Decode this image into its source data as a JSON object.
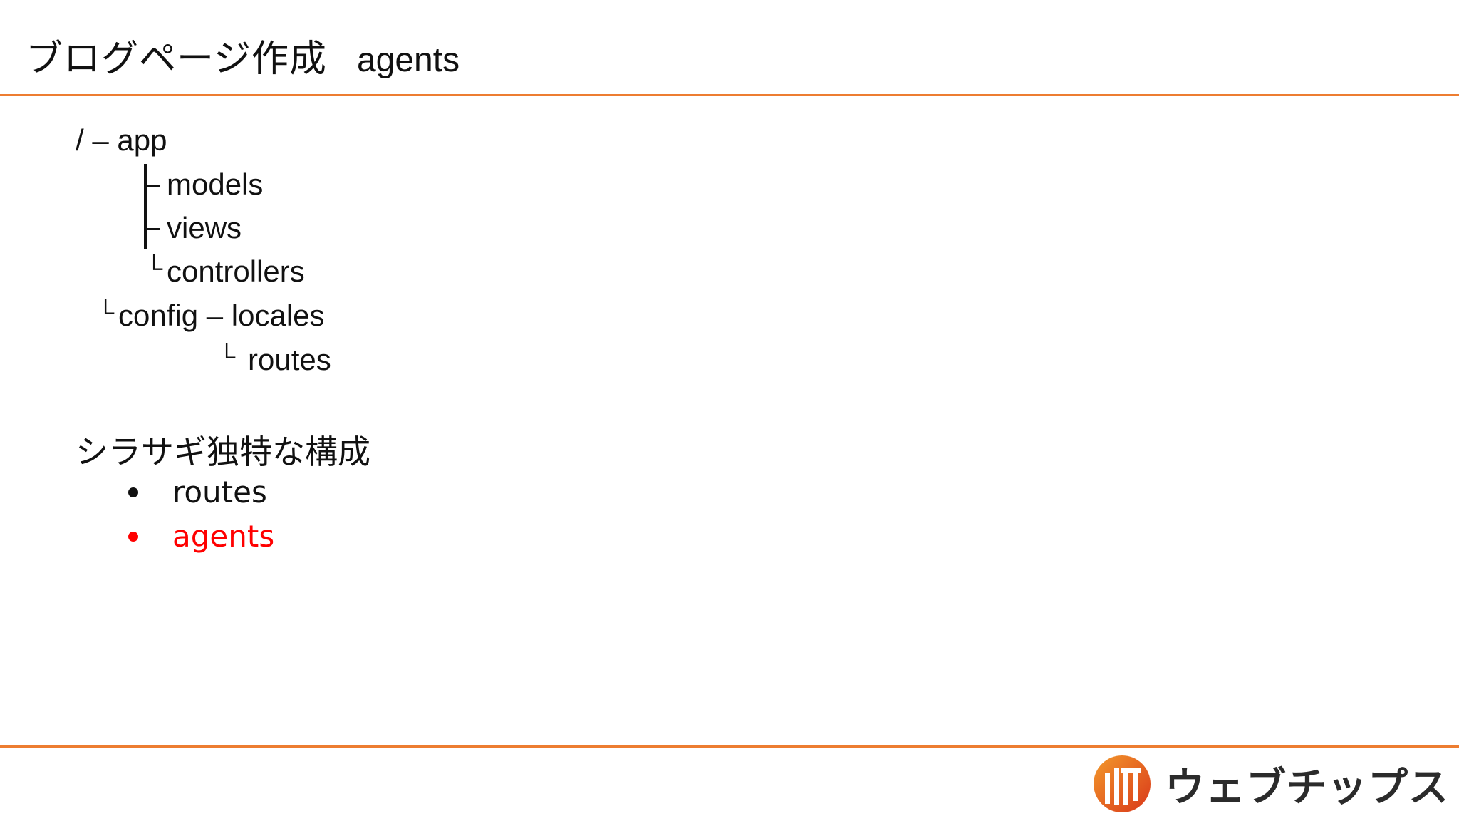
{
  "slide": {
    "title_jp": "ブログページ作成",
    "title_en": "agents",
    "accent_color": "#ED7D31"
  },
  "tree": {
    "root": "/ – app",
    "app_children": [
      "models",
      "views",
      "controllers"
    ],
    "config_line": "config – locales",
    "config_child": "routes",
    "corner_glyph": "└"
  },
  "features": {
    "heading": "シラサギ独特な構成",
    "items": [
      {
        "label": "routes",
        "highlight": false
      },
      {
        "label": "agents",
        "highlight": true
      }
    ],
    "highlight_color": "#FF0000"
  },
  "brand": {
    "name": "ウェブチップス",
    "logo_icon": "webtips-logo-icon",
    "logo_color": "#E8501C"
  }
}
